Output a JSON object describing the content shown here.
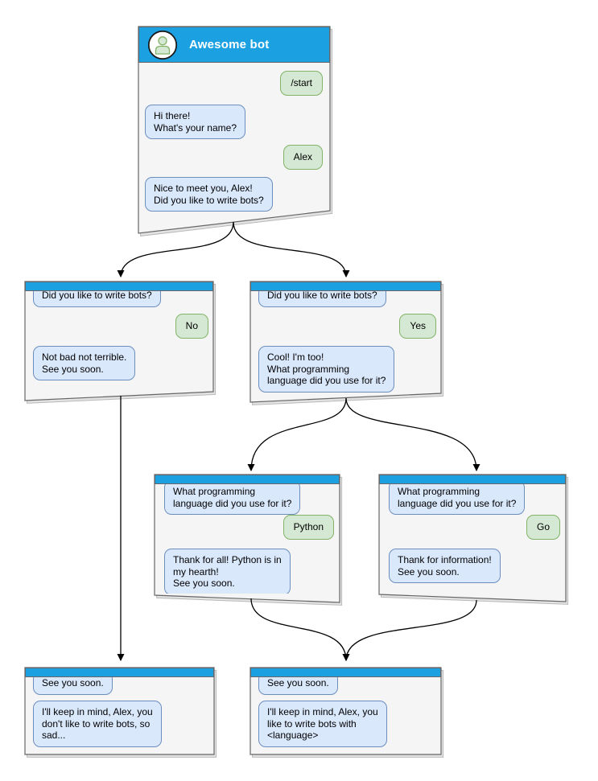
{
  "diagram": {
    "kind": "chat-bot dialog flow diagram",
    "colors": {
      "titlebar_blue": "#1BA1E2",
      "window_fill": "#F5F5F5",
      "window_border": "#666666",
      "bot_bubble_fill": "#DAE8FC",
      "bot_bubble_border": "#6C8EBF",
      "user_bubble_fill": "#D5E8D4",
      "user_bubble_border": "#82B366",
      "connector": "#000000"
    },
    "windows": {
      "start": {
        "title": "Awesome bot",
        "avatar_icon": "person-icon",
        "messages": {
          "cmd": "/start",
          "ask_name": "Hi there!\nWhat's your name?",
          "name_reply": "Alex",
          "ask_bots": "Nice to meet you, Alex!\nDid you like to write bots?"
        }
      },
      "no_branch": {
        "question": "Did you like to write bots?",
        "answer": "No",
        "reply": "Not bad not terrible.\nSee you soon."
      },
      "yes_branch": {
        "question": "Did you like to write bots?",
        "answer": "Yes",
        "reply": "Cool! I'm too!\nWhat programming\nlanguage did you use for it?"
      },
      "python_branch": {
        "question": "What programming\nlanguage did you use for it?",
        "answer": "Python",
        "reply": "Thank for all! Python is in\nmy hearth!\nSee you soon."
      },
      "go_branch": {
        "question": "What programming\nlanguage did you use for it?",
        "answer": "Go",
        "reply": "Thank for information!\nSee you soon."
      },
      "end_no": {
        "question": "See you soon.",
        "reply": "I'll keep in mind, Alex, you\ndon't like to write bots, so\nsad..."
      },
      "end_yes": {
        "question": "See you soon.",
        "reply": "I'll keep in mind, Alex, you\nlike to write bots with\n<language>"
      }
    },
    "connectors": [
      {
        "from": "start",
        "to": "no_branch"
      },
      {
        "from": "start",
        "to": "yes_branch"
      },
      {
        "from": "no_branch",
        "to": "end_no"
      },
      {
        "from": "yes_branch",
        "to": "python_branch"
      },
      {
        "from": "yes_branch",
        "to": "go_branch"
      },
      {
        "from": "python_branch",
        "to": "end_yes"
      },
      {
        "from": "go_branch",
        "to": "end_yes"
      }
    ]
  }
}
